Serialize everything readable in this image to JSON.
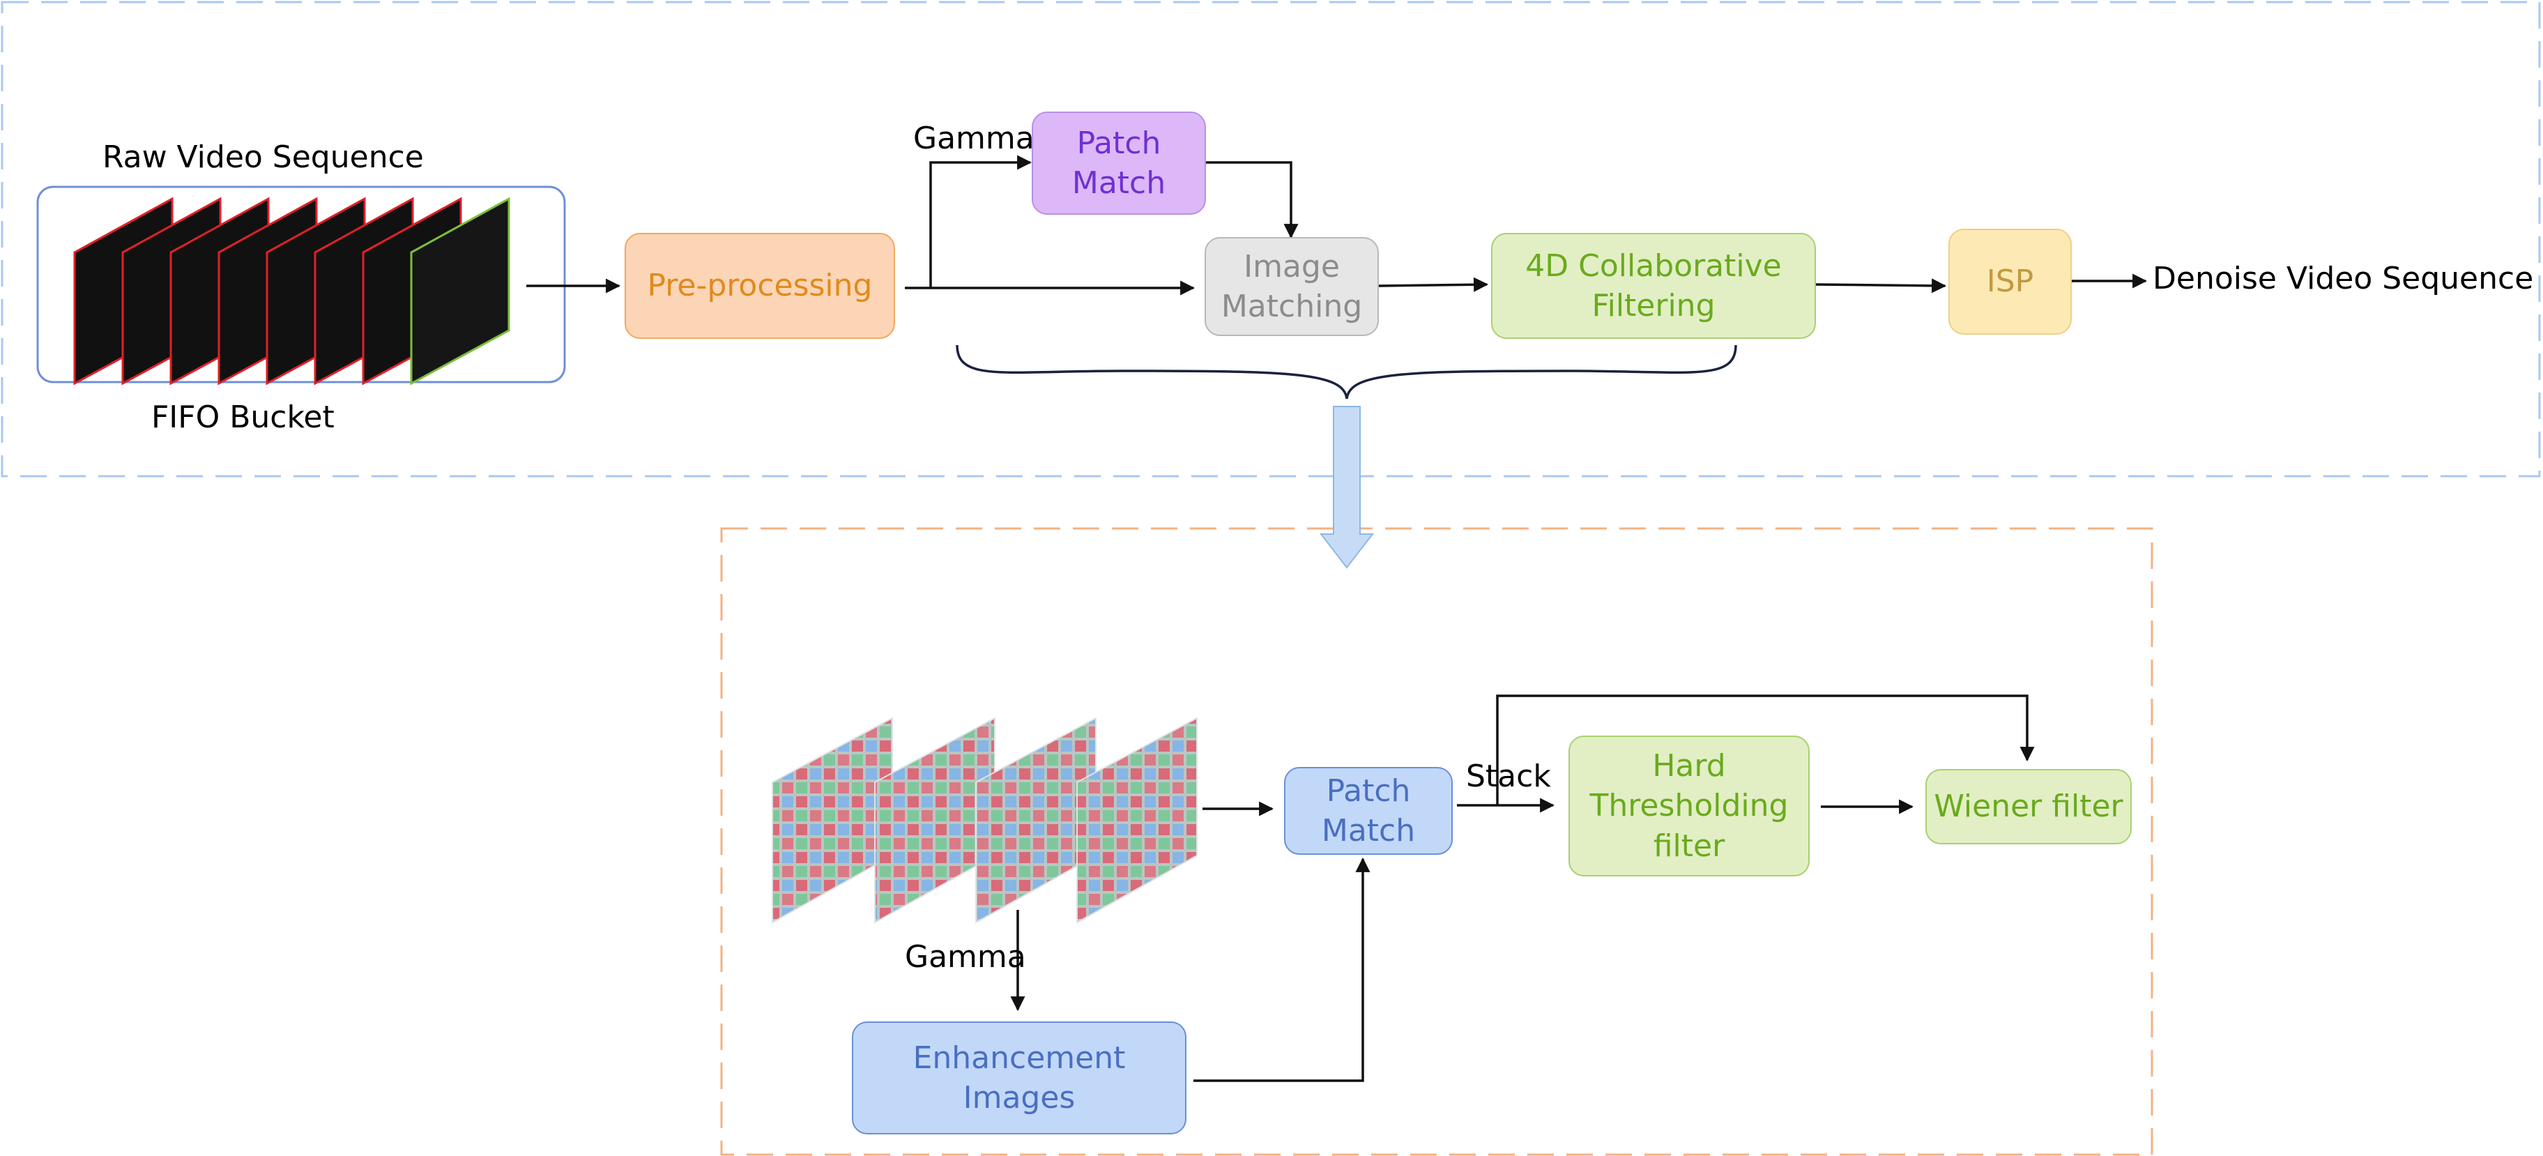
{
  "top": {
    "raw_video_label": "Raw Video Sequence",
    "fifo_label": "FIFO Bucket",
    "preprocessing": "Pre-processing",
    "gamma_label": "Gamma",
    "patch_match": [
      "Patch",
      "Match"
    ],
    "image_matching": [
      "Image",
      "Matching"
    ],
    "collab_filtering": [
      "4D Collaborative",
      "Filtering"
    ],
    "isp": "ISP",
    "output_label": "Denoise Video Sequence"
  },
  "bottom": {
    "gamma_label": "Gamma",
    "enhancement": "Enhancement Images",
    "patch_match": [
      "Patch",
      "Match"
    ],
    "stack_label": "Stack",
    "hard_threshold": [
      "Hard",
      "Thresholding",
      "filter"
    ],
    "wiener": "Wiener filter"
  },
  "colors": {
    "top_frame": "#a8c8f0",
    "bottom_frame": "#f4b183",
    "fifo_border": "#6f8fd8",
    "pre_fill": "#fbd5b5",
    "pre_text": "#e08a1e",
    "patch_fill": "#dcb8f8",
    "patch_text": "#7030d0",
    "imgmatch_fill": "#e6e6e6",
    "imgmatch_text": "#8c8c8c",
    "green_fill": "#e2efc4",
    "green_text": "#6aaa1e",
    "isp_fill": "#fde9b4",
    "isp_text": "#c09a40",
    "blue_fill": "#c2d8f8",
    "blue_text": "#4a6fc0",
    "down_arrow": "#c6dcf6"
  }
}
